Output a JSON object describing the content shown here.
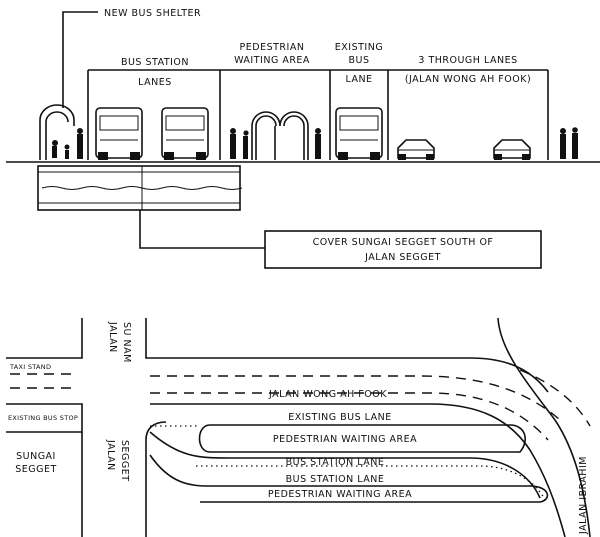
{
  "section": {
    "new_bus_shelter": "NEW BUS SHELTER",
    "bus_station": "BUS STATION",
    "lanes": "LANES",
    "pedestrian_1": "PEDESTRIAN",
    "pedestrian_2": "WAITING AREA",
    "existing_1": "EXISTING",
    "existing_2": "BUS",
    "existing_3": "LANE",
    "through_lanes": "3 THROUGH LANES",
    "jalan_wong": "(JALAN WONG AH FOOK)",
    "cover_1": "COVER SUNGAI SEGGET SOUTH OF",
    "cover_2": "JALAN SEGGET"
  },
  "plan": {
    "jalan_1": "JALAN",
    "su_nam": "SU NAM",
    "jalan_2": "JALAN",
    "segget": "SEGGET",
    "taxi_stand": "TAXI STAND",
    "existing_bus_stop": "EXISTING BUS STOP",
    "sungai": "SUNGAI",
    "sungai_segget": "SEGGET",
    "jalan_wong_ah_fook": "JALAN WONG AH FOOK",
    "existing_bus_lane": "EXISTING BUS LANE",
    "pedestrian_waiting_area_1": "PEDESTRIAN WAITING AREA",
    "bus_station_lane_1": "BUS STATION LANE",
    "bus_station_lane_2": "BUS STATION LANE",
    "pedestrian_waiting_area_2": "PEDESTRIAN WAITING AREA",
    "jalan_ibrahim": "JALAN IBRAHIM"
  }
}
